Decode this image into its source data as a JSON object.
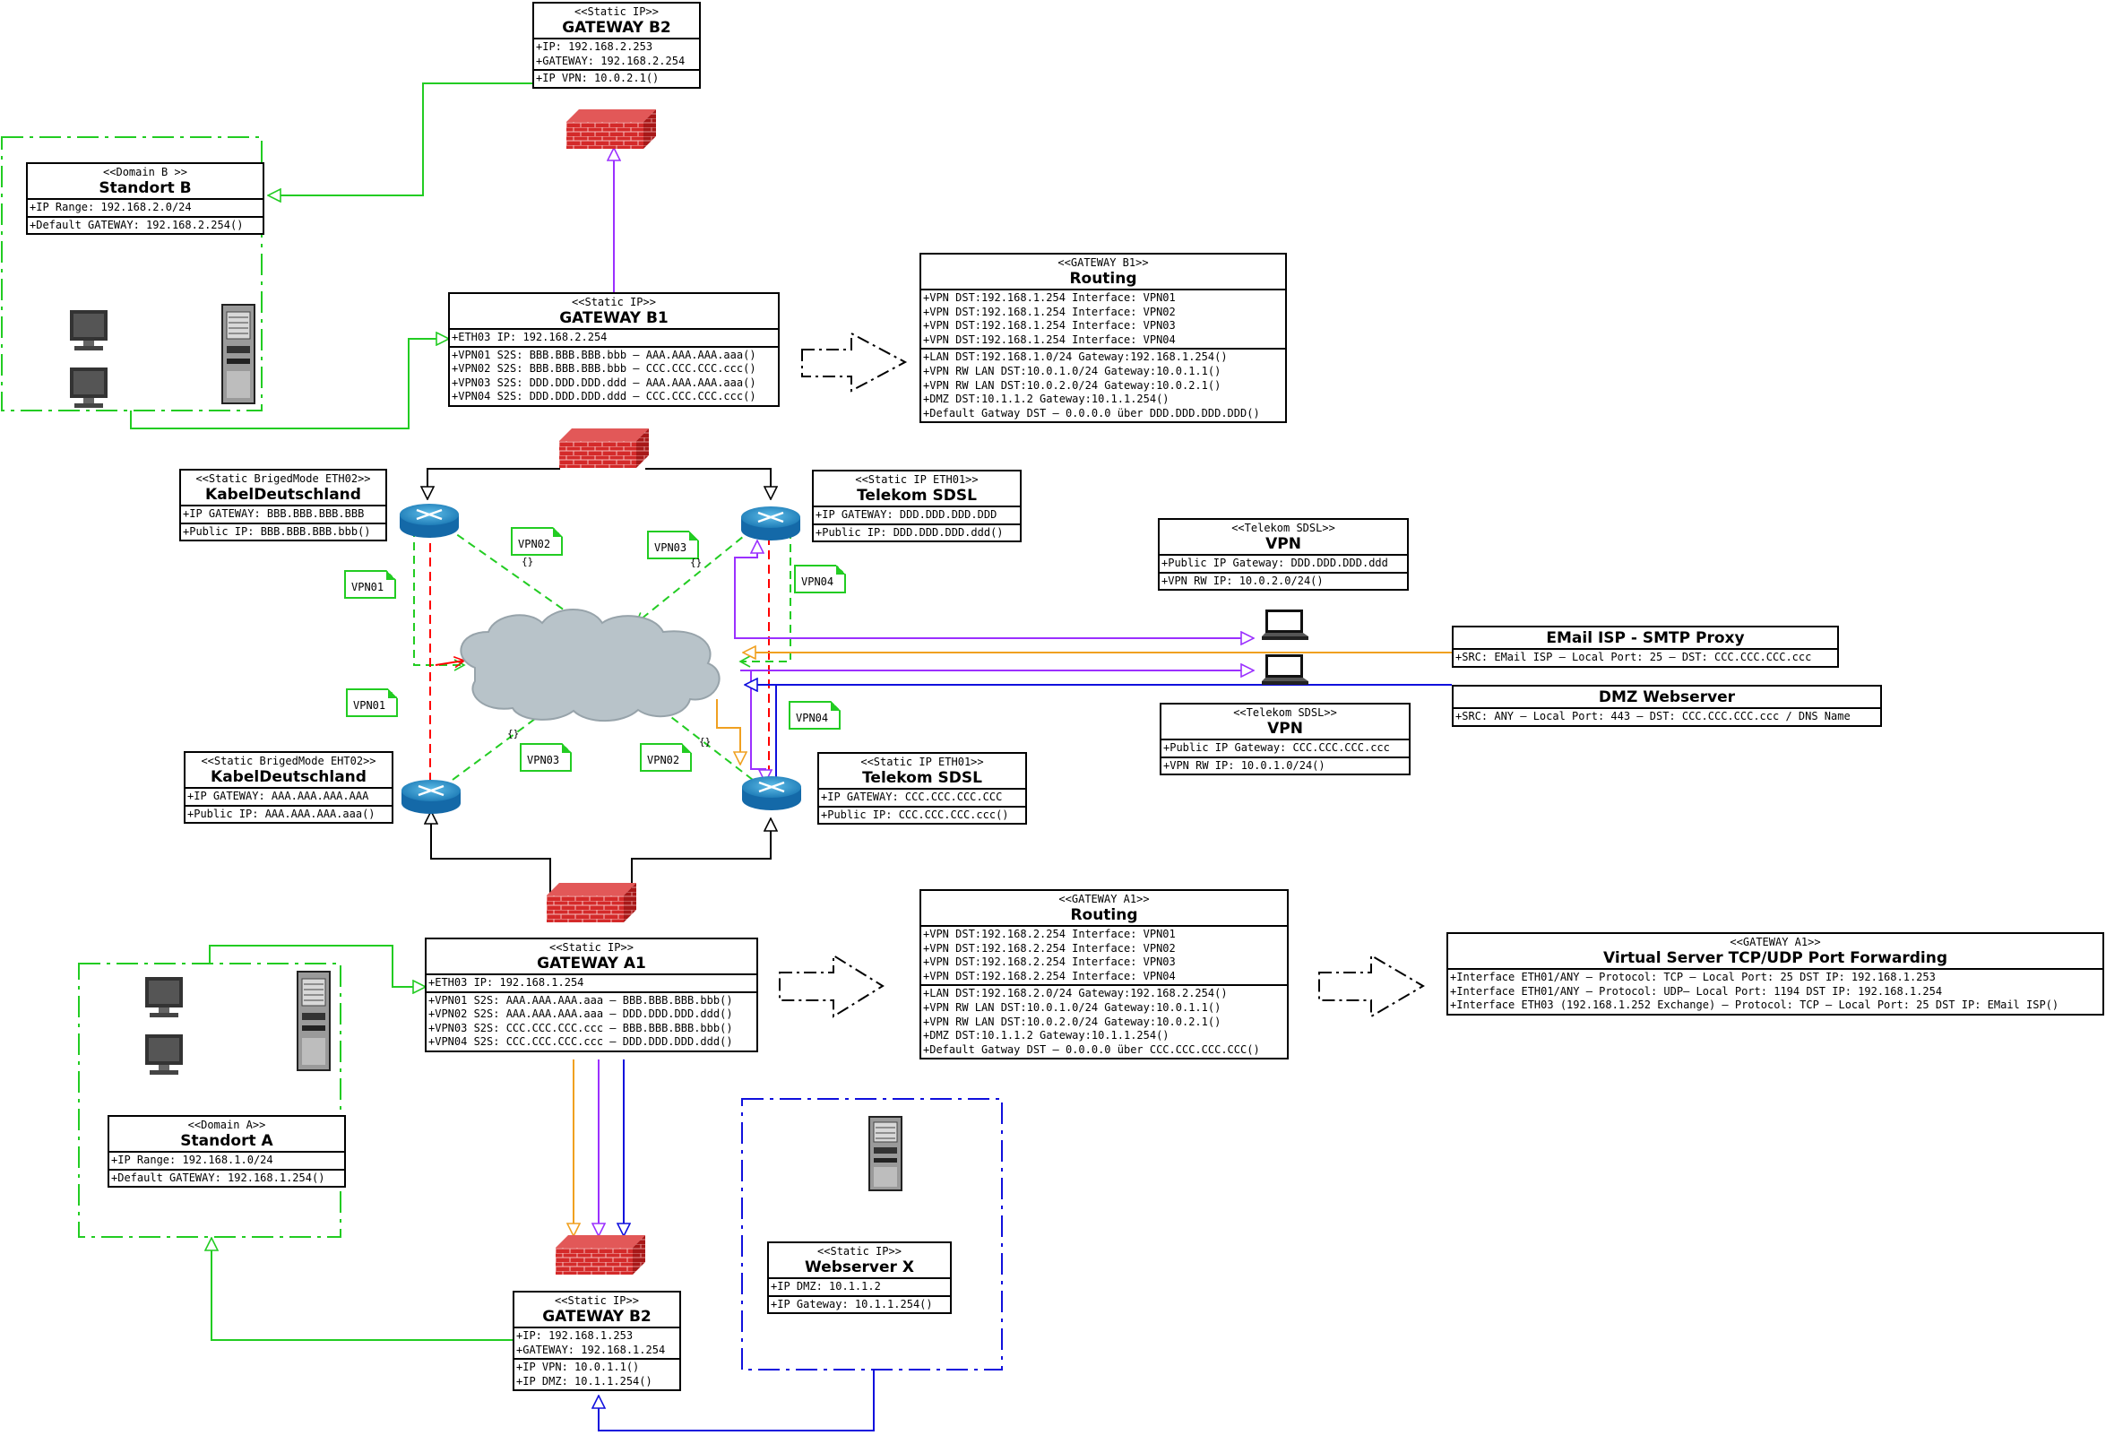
{
  "colors": {
    "green": "#22cc22",
    "purple": "#9b30ff",
    "orange": "#f0a020",
    "blue": "#1010dd",
    "red": "#ff0000",
    "firewall": "#cc2222",
    "router": "#1e88c8",
    "cloud": "#b8c3c9"
  },
  "icons": [
    "firewall-icon",
    "router-icon",
    "cloud-icon",
    "monitor-icon",
    "server-tower-icon",
    "laptop-icon",
    "dashed-arrow-icon"
  ],
  "boxes": {
    "gatewayB2Top": {
      "stereo": "<<Static IP>>",
      "name": "GATEWAY B2",
      "sections": [
        [
          "+IP: 192.168.2.253",
          "+GATEWAY: 192.168.2.254"
        ],
        [
          "+IP VPN: 10.0.2.1()"
        ]
      ]
    },
    "standortB": {
      "stereo": "<<Domain B >>",
      "name": "Standort B",
      "sections": [
        [
          "+IP Range: 192.168.2.0/24"
        ],
        [
          "+Default GATEWAY: 192.168.2.254()"
        ]
      ]
    },
    "gatewayB1": {
      "stereo": "<<Static IP>>",
      "name": "GATEWAY B1",
      "sections": [
        [
          "+ETH03 IP: 192.168.2.254"
        ],
        [
          "+VPN01 S2S: BBB.BBB.BBB.bbb – AAA.AAA.AAA.aaa()",
          "+VPN02 S2S: BBB.BBB.BBB.bbb – CCC.CCC.CCC.ccc()",
          "+VPN03 S2S: DDD.DDD.DDD.ddd – AAA.AAA.AAA.aaa()",
          "+VPN04 S2S: DDD.DDD.DDD.ddd – CCC.CCC.CCC.ccc()"
        ]
      ]
    },
    "routingB1": {
      "stereo": "<<GATEWAY B1>>",
      "name": "Routing",
      "sections": [
        [
          "+VPN DST:192.168.1.254 Interface: VPN01",
          "+VPN DST:192.168.1.254 Interface: VPN02",
          "+VPN DST:192.168.1.254 Interface: VPN03",
          "+VPN DST:192.168.1.254 Interface: VPN04"
        ],
        [
          "+LAN DST:192.168.1.0/24 Gateway:192.168.1.254()",
          "+VPN RW LAN DST:10.0.1.0/24 Gateway:10.0.1.1()",
          "+VPN RW LAN DST:10.0.2.0/24 Gateway:10.0.2.1()",
          "+DMZ DST:10.1.1.2 Gateway:10.1.1.254()",
          "+Default Gatway DST – 0.0.0.0 über DDD.DDD.DDD.DDD()"
        ]
      ]
    },
    "kabelTop": {
      "stereo": "<<Static BrigedMode ETH02>>",
      "name": "KabelDeutschland",
      "sections": [
        [
          "+IP GATEWAY: BBB.BBB.BBB.BBB"
        ],
        [
          "+Public IP: BBB.BBB.BBB.bbb()"
        ]
      ]
    },
    "telekomTop": {
      "stereo": "<<Static IP ETH01>>",
      "name": "Telekom SDSL",
      "sections": [
        [
          "+IP GATEWAY: DDD.DDD.DDD.DDD"
        ],
        [
          "+Public IP: DDD.DDD.DDD.ddd()"
        ]
      ]
    },
    "vpnTop": {
      "stereo": "<<Telekom SDSL>>",
      "name": "VPN",
      "sections": [
        [
          "+Public IP Gateway: DDD.DDD.DDD.ddd"
        ],
        [
          "+VPN RW IP: 10.0.2.0/24()"
        ]
      ]
    },
    "emailIsp": {
      "stereo": "",
      "name": "EMail ISP - SMTP Proxy",
      "sections": [
        [
          "+SRC: EMail ISP – Local Port: 25 – DST: CCC.CCC.CCC.ccc"
        ]
      ]
    },
    "dmzWeb": {
      "stereo": "",
      "name": "DMZ Webserver",
      "sections": [
        [
          "+SRC: ANY – Local Port: 443 – DST: CCC.CCC.CCC.ccc / DNS Name"
        ]
      ]
    },
    "vpnBottom": {
      "stereo": "<<Telekom SDSL>>",
      "name": "VPN",
      "sections": [
        [
          "+Public IP Gateway: CCC.CCC.CCC.ccc"
        ],
        [
          "+VPN RW IP: 10.0.1.0/24()"
        ]
      ]
    },
    "kabelBottom": {
      "stereo": "<<Static BrigedMode EHT02>>",
      "name": "KabelDeutschland",
      "sections": [
        [
          "+IP GATEWAY: AAA.AAA.AAA.AAA"
        ],
        [
          "+Public IP: AAA.AAA.AAA.aaa()"
        ]
      ]
    },
    "telekomBottom": {
      "stereo": "<<Static IP ETH01>>",
      "name": "Telekom SDSL",
      "sections": [
        [
          "+IP GATEWAY: CCC.CCC.CCC.CCC"
        ],
        [
          "+Public IP: CCC.CCC.CCC.ccc()"
        ]
      ]
    },
    "routingA1": {
      "stereo": "<<GATEWAY A1>>",
      "name": "Routing",
      "sections": [
        [
          "+VPN DST:192.168.2.254 Interface: VPN01",
          "+VPN DST:192.168.2.254 Interface: VPN02",
          "+VPN DST:192.168.2.254 Interface: VPN03",
          "+VPN DST:192.168.2.254 Interface: VPN04"
        ],
        [
          "+LAN DST:192.168.2.0/24 Gateway:192.168.2.254()",
          "+VPN RW LAN DST:10.0.1.0/24 Gateway:10.0.1.1()",
          "+VPN RW LAN DST:10.0.2.0/24 Gateway:10.0.2.1()",
          "+DMZ DST:10.1.1.2 Gateway:10.1.1.254()",
          "+Default Gatway DST – 0.0.0.0 über CCC.CCC.CCC.CCC()"
        ]
      ]
    },
    "virtualServer": {
      "stereo": "<<GATEWAY A1>>",
      "name": "Virtual Server TCP/UDP Port Forwarding",
      "sections": [
        [
          "+Interface ETH01/ANY – Protocol: TCP – Local Port: 25 DST IP: 192.168.1.253",
          "+Interface ETH01/ANY – Protocol: UDP– Local Port: 1194 DST IP: 192.168.1.254",
          "+Interface ETH03 (192.168.1.252 Exchange) – Protocol: TCP – Local Port: 25 DST IP: EMail ISP()"
        ]
      ]
    },
    "gatewayA1": {
      "stereo": "<<Static IP>>",
      "name": "GATEWAY A1",
      "sections": [
        [
          "+ETH03 IP: 192.168.1.254"
        ],
        [
          "+VPN01 S2S: AAA.AAA.AAA.aaa – BBB.BBB.BBB.bbb()",
          "+VPN02 S2S: AAA.AAA.AAA.aaa – DDD.DDD.DDD.ddd()",
          "+VPN03 S2S: CCC.CCC.CCC.ccc – BBB.BBB.BBB.bbb()",
          "+VPN04 S2S: CCC.CCC.CCC.ccc – DDD.DDD.DDD.ddd()"
        ]
      ]
    },
    "standortA": {
      "stereo": "<<Domain A>>",
      "name": "Standort A",
      "sections": [
        [
          "+IP Range: 192.168.1.0/24"
        ],
        [
          "+Default GATEWAY: 192.168.1.254()"
        ]
      ]
    },
    "webserverX": {
      "stereo": "<<Static IP>>",
      "name": "Webserver X",
      "sections": [
        [
          "+IP DMZ: 10.1.1.2"
        ],
        [
          "+IP Gateway: 10.1.1.254()"
        ]
      ]
    },
    "gatewayB2Bottom": {
      "stereo": "<<Static IP>>",
      "name": "GATEWAY B2",
      "sections": [
        [
          "+IP: 192.168.1.253",
          "+GATEWAY: 192.168.1.254"
        ],
        [
          "+IP VPN: 10.0.1.1()",
          "+IP DMZ: 10.1.1.254()"
        ]
      ]
    }
  },
  "notes": {
    "vpn02a": "VPN02",
    "vpn03a": "VPN03",
    "vpn01a": "VPN01",
    "vpn04a": "VPN04",
    "vpn01b": "VPN01",
    "vpn04b": "VPN04",
    "vpn03b": "VPN03",
    "vpn02b": "VPN02"
  },
  "braces": {
    "b1": "{}",
    "b2": "{}",
    "b3": "{}",
    "b4": "{}"
  }
}
